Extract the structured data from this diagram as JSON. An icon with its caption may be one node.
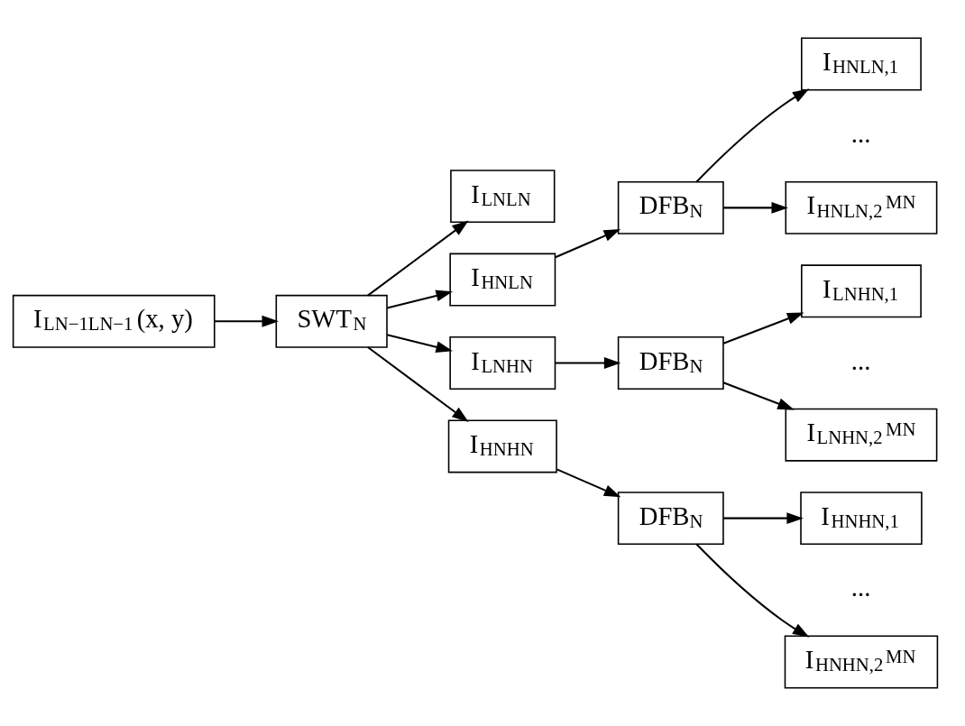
{
  "diagram": {
    "nodes": [
      {
        "text": [
          "I$_{LN−1LN−1}$(x, y)"
        ]
      },
      {
        "text": [
          "SWT$_{N}$"
        ]
      },
      {
        "text": [
          "I$_{LNLN}$"
        ]
      },
      {
        "text": [
          "I$_{HNLN}$"
        ]
      },
      {
        "text": [
          "DFB$_{N}$"
        ]
      },
      {
        "text": [
          "I$_{HNLN,1}$"
        ]
      },
      {
        "text": [
          "I$_{HNLN,2}$$^{MN}$"
        ]
      },
      {
        "text": [
          "I$_{LNHN}$"
        ]
      },
      {
        "text": [
          "DFB$_{N}$"
        ]
      },
      {
        "text": [
          "I$_{LNHN,1}$"
        ]
      },
      {
        "text": [
          "I$_{LNHN,2}$$^{MN}$"
        ]
      },
      {
        "text": [
          "I$_{HNHN}$"
        ]
      },
      {
        "text": [
          "DFB$_{N}$"
        ]
      },
      {
        "text": [
          "I$_{HNHN,1}$"
        ]
      },
      {
        "text": [
          "I$_{HNHN,2}$$^{MN}$"
        ]
      }
    ],
    "edges": [
      {
        "from": 0,
        "to": 1,
        "arrow": "to"
      },
      {
        "from": 1,
        "to": 2,
        "arrow": "to"
      },
      {
        "from": 1,
        "to": 3,
        "arrow": "to"
      },
      {
        "from": 1,
        "to": 7,
        "arrow": "to"
      },
      {
        "from": 1,
        "to": 11,
        "arrow": "to"
      },
      {
        "from": 3,
        "to": 4,
        "arrow": "to"
      },
      {
        "from": 4,
        "to": 5,
        "arrow": "to"
      },
      {
        "from": 4,
        "to": 6,
        "arrow": "to"
      },
      {
        "from": 7,
        "to": 8,
        "arrow": "to"
      },
      {
        "from": 8,
        "to": 9,
        "arrow": "to"
      },
      {
        "from": 8,
        "to": 10,
        "arrow": "to"
      },
      {
        "from": 11,
        "to": 12,
        "arrow": "to"
      },
      {
        "from": 12,
        "to": 13,
        "arrow": "to"
      },
      {
        "from": 12,
        "to": 14,
        "arrow": "to"
      }
    ],
    "labels": [
      "...",
      "...",
      "..."
    ]
  }
}
